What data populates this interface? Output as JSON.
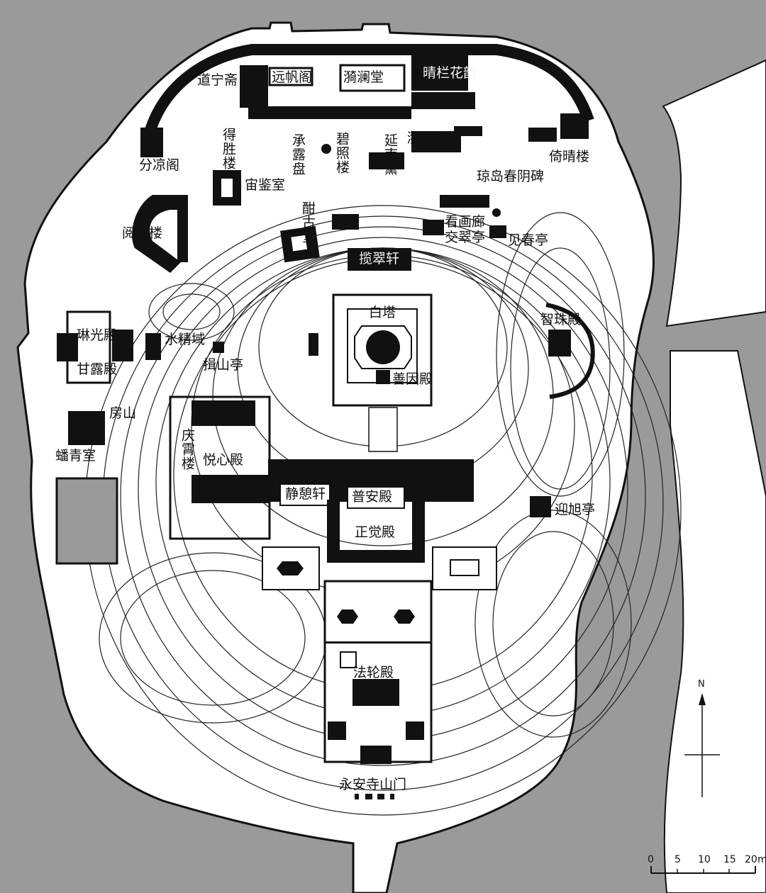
{
  "labels": {
    "daoningzhai": "道宁斋",
    "yuanfange": "远帆阁",
    "yilantang": "漪澜堂",
    "qinglanhuayun": "晴栏花韵",
    "deshenglou": "得胜楼",
    "chenglupan": "承露盘",
    "bizhaolou": "碧照楼",
    "yannanxun": "延南薰",
    "yibilou": "漪碧楼",
    "yiqinglou": "倚晴楼",
    "fenliangge": "分凉阁",
    "qiongdaochunyinbei": "琼岛春阴碑",
    "youjianshi": "宙鉴室",
    "yueguolou": "阅古楼",
    "ganguotang": "酣古堂",
    "kanhualang": "看画廊",
    "jiaocuiting": "交翠亭",
    "jianchunting": "见春亭",
    "lancuixuan": "揽翠轩",
    "baita": "白塔",
    "zhizhudian": "智珠殿",
    "linguangdian": "琳光殿",
    "ganludian": "甘露殿",
    "shuijingyu": "水精域",
    "yishanting": "揖山亭",
    "shanyindian": "善因殿",
    "fangshan": "房山",
    "panqingshi": "蟠青室",
    "qingxiaolou": "庆霄楼",
    "yuexindian": "悦心殿",
    "jingqixuan": "静憩轩",
    "puandian": "普安殿",
    "yingxuting": "迎旭亭",
    "zhengjuedian": "正觉殿",
    "falundian": "法轮殿",
    "yongansishanmen": "永安寺山门"
  },
  "compass": {
    "north": "N"
  },
  "scale_bar": {
    "ticks": [
      "0",
      "5",
      "10",
      "15",
      "20"
    ],
    "unit": "m"
  },
  "colors": {
    "background": "#9a9a9a",
    "land": "#ffffff",
    "ink": "#111111",
    "water": "#ffffff"
  }
}
